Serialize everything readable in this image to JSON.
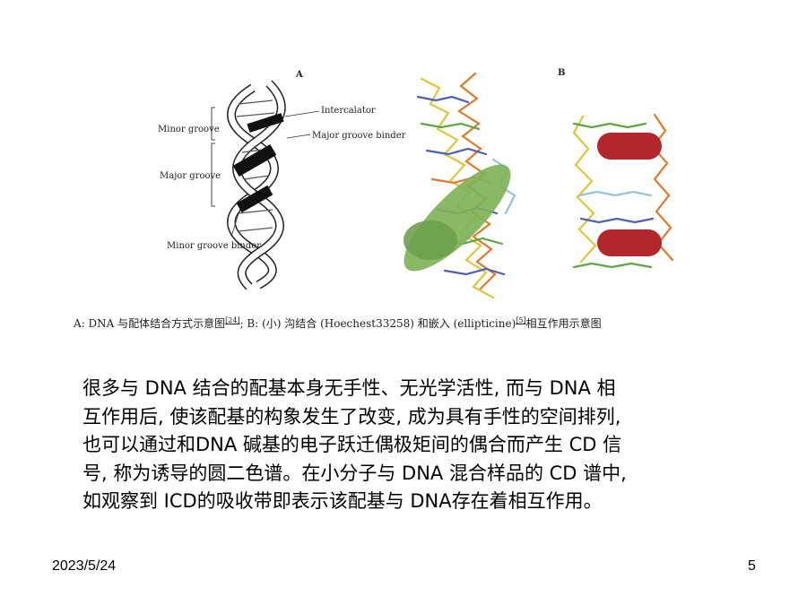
{
  "figure": {
    "panel_a": {
      "letter": "A",
      "labels": {
        "minor_groove_top": "Minor groove",
        "major_groove": "Major groove",
        "minor_groove_binder": "Minor groove binder",
        "intercalator": "Intercalator",
        "major_groove_binder": "Major groove binder"
      }
    },
    "panel_b": {
      "letter": "B"
    },
    "colors": {
      "green_blob": "#7fb25a",
      "red_disc": "#b3262b",
      "stick_yellow": "#e0c53a",
      "stick_orange": "#e07a2a",
      "stick_blue": "#4a5fb5",
      "stick_green": "#5aa640"
    },
    "caption": {
      "part1": "A: DNA 与配体结合方式示意图",
      "ref1": "[24]",
      "part2": "; B: (小) 沟结合 (Hoechest33258) 和嵌入 (ellipticine)",
      "ref2": "[5]",
      "part3": "相互作用示意图"
    }
  },
  "body": {
    "lines": [
      "很多与 DNA 结合的配基本身无手性、无光学活性, 而与 DNA 相",
      "互作用后, 使该配基的构象发生了改变, 成为具有手性的空间排列,",
      "也可以通过和DNA 碱基的电子跃迁偶极矩间的偶合而产生 CD 信",
      "号, 称为诱导的圆二色谱。在小分子与 DNA 混合样品的 CD 谱中,",
      "如观察到 ICD的吸收带即表示该配基与 DNA存在着相互作用。"
    ]
  },
  "footer": {
    "date": "2023/5/24",
    "page_number": "5"
  }
}
